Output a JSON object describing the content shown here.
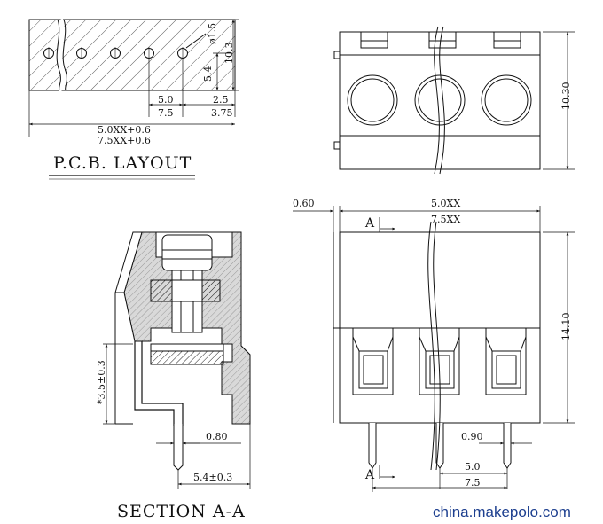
{
  "pcb_layout": {
    "title": "P.C.B. LAYOUT",
    "hole_dia": "ø1.5",
    "dim_5_4": "5.4",
    "dim_10_3": "10.3",
    "dim_5_0": "5.0",
    "dim_7_5": "7.5",
    "dim_2_5": "2.5",
    "dim_3_75": "3.75",
    "width_5": "5.0XX+0.6",
    "width_7": "7.5XX+0.6"
  },
  "top_view": {
    "height": "10.30"
  },
  "section_view": {
    "title": "SECTION A-A",
    "pin_height": "*3.5±0.3",
    "pin_width": "0.80",
    "offset": "5.4±0.3"
  },
  "front_view": {
    "overhang": "0.60",
    "width_5": "5.0XX",
    "width_7": "7.5XX",
    "height": "14.10",
    "pin_width": "0.90",
    "pitch_5": "5.0",
    "pitch_7": "7.5",
    "section_mark": "A"
  },
  "watermark": "china.makepolo.com",
  "colors": {
    "line": "#111111",
    "hatch_fill": "#d9d9d9",
    "watermark": "#1d3f8f"
  }
}
